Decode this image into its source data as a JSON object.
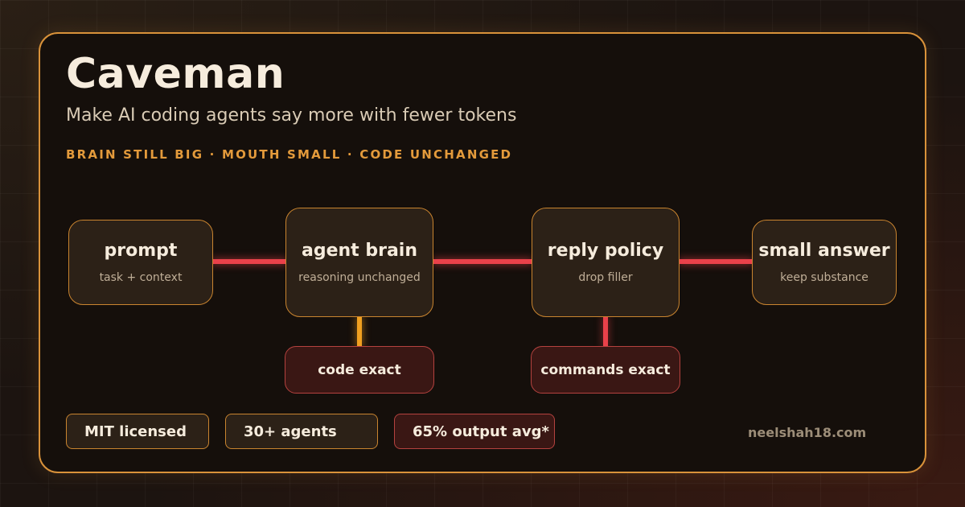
{
  "header": {
    "title": "Caveman",
    "subtitle": "Make AI coding agents say more with fewer tokens",
    "tagline": "BRAIN STILL BIG · MOUTH SMALL · CODE UNCHANGED"
  },
  "flow": {
    "nodes": [
      {
        "title": "prompt",
        "subtitle": "task + context"
      },
      {
        "title": "agent brain",
        "subtitle": "reasoning unchanged"
      },
      {
        "title": "reply policy",
        "subtitle": "drop filler"
      },
      {
        "title": "small answer",
        "subtitle": "keep substance"
      }
    ],
    "guards": [
      {
        "label": "code exact"
      },
      {
        "label": "commands exact"
      }
    ]
  },
  "badges": [
    {
      "label": "MIT licensed"
    },
    {
      "label": "30+ agents"
    },
    {
      "label": "65% output avg*"
    }
  ],
  "footer": {
    "domain": "neelshah18.com"
  },
  "colors": {
    "accent": "#e39a3b",
    "border": "#d9923a",
    "connector": "#e9414a",
    "connector_secondary": "#f0a020",
    "node_fill": "#2c2117",
    "guard_fill": "#3a1714"
  }
}
